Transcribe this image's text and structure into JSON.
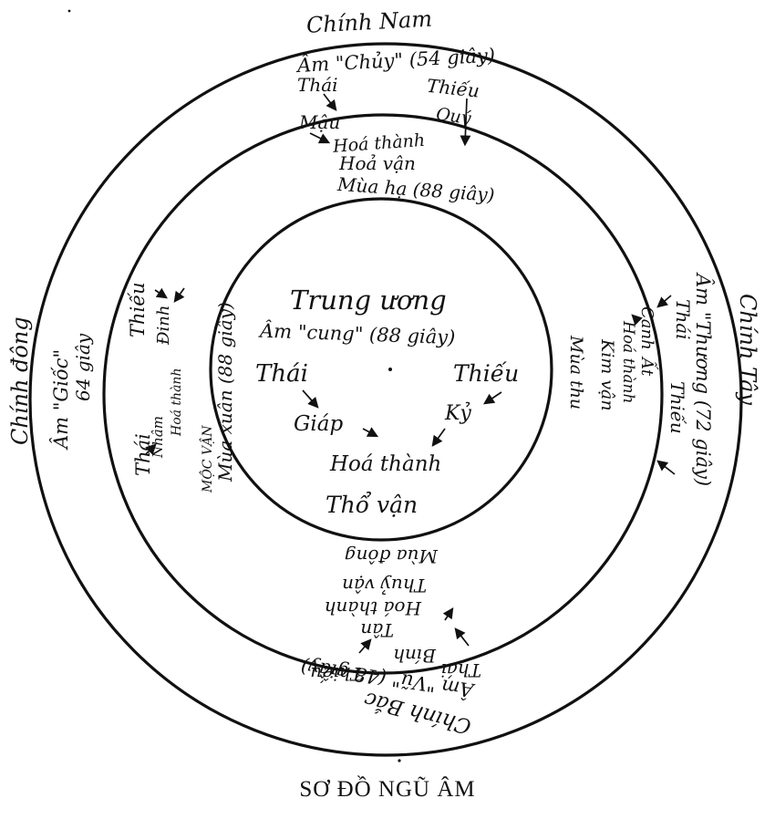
{
  "caption": "SƠ ĐỒ NGŨ ÂM",
  "south": {
    "direction": "Chính Nam",
    "tone": "Âm \"Chủy\" (54 giây)",
    "left": "Thái",
    "right": "Thiếu",
    "left_stem": "Mậu",
    "right_stem": "Quý",
    "transform": "Hoá thành",
    "result": "Hoả vận",
    "season": "Mùa hạ (88 giây)"
  },
  "center": {
    "title": "Trung ương",
    "tone": "Âm \"cung\" (88 giây)",
    "left": "Thái",
    "right": "Thiếu",
    "left_stem": "Giáp",
    "right_stem": "Kỷ",
    "transform": "Hoá thành",
    "result": "Thổ vận"
  },
  "east": {
    "direction": "Chính đông",
    "tone": "Âm \"Giốc\"",
    "duration": "64 giây",
    "left": "Thái",
    "right": "Thiếu",
    "left_stem": "Nhâm",
    "right_stem": "Đinh",
    "transform": "Hoá thành",
    "result": "MỘC VẬN",
    "season": "Mùa xuân (88 giây)"
  },
  "west": {
    "direction": "Chính Tây",
    "tone": "Âm \"Thương (72 giây)",
    "left": "Thái",
    "right": "Thiếu",
    "left_stem": "Canh",
    "right_stem": "Ất",
    "transform": "Hoá thành",
    "result": "Kim vận",
    "season": "Mùa thu"
  },
  "north": {
    "direction": "Chính Bắc",
    "tone": "Âm \"Vũ\" (48 giây)",
    "left": "Thái",
    "right": "Thiếu",
    "left_stem": "Bính",
    "right_stem": "Tân",
    "transform": "Hoá thành",
    "result": "Thuỷ vận",
    "season": "Mùa đông"
  }
}
